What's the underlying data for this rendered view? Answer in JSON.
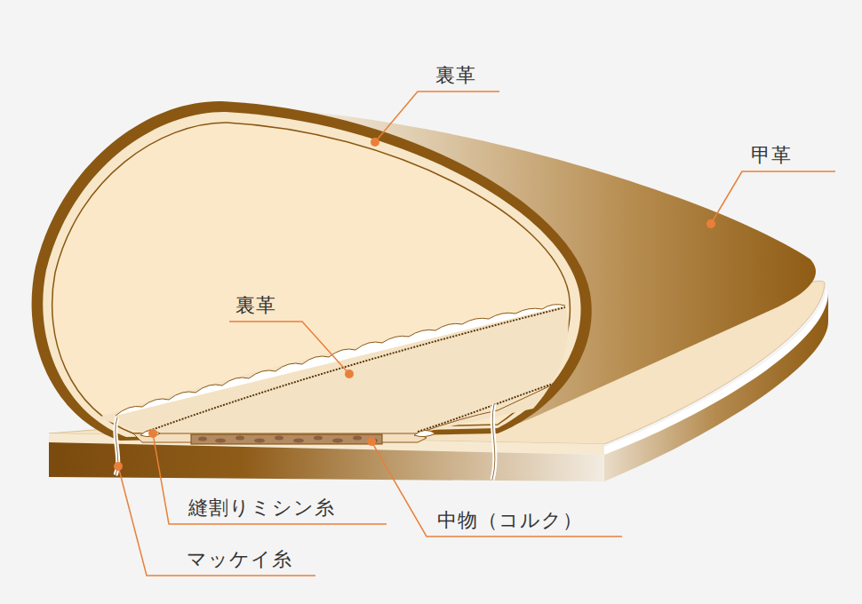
{
  "diagram": {
    "labels": [
      "裏革",
      "甲革",
      "裏革",
      "縫割りミシン糸",
      "中物（コルク）",
      "マッケイ糸"
    ]
  }
}
